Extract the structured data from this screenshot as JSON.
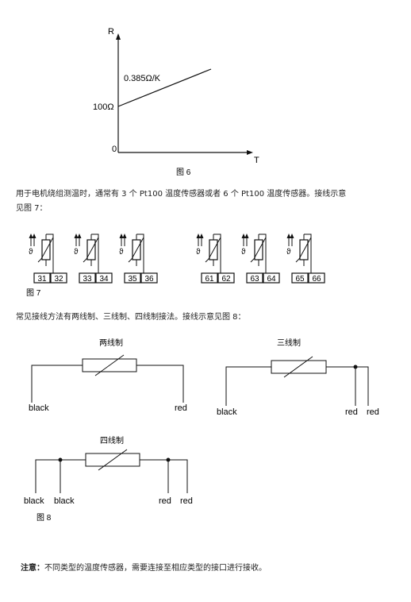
{
  "figure6": {
    "y_axis_label": "R",
    "x_axis_label": "T",
    "origin_label": "0",
    "intercept_label": "100Ω",
    "slope_label": "0.385Ω/K",
    "caption": "图 6"
  },
  "paragraph1": {
    "line1": "用于电机绕组测温时，通常有 3 个 Pt100 温度传感器或者 6 个 Pt100 温度传感器。接线示意",
    "line2": "见图 7："
  },
  "figure7": {
    "sensors": [
      {
        "terminals": [
          "31",
          "32"
        ]
      },
      {
        "terminals": [
          "33",
          "34"
        ]
      },
      {
        "terminals": [
          "35",
          "36"
        ]
      },
      {
        "terminals": [
          "61",
          "62"
        ]
      },
      {
        "terminals": [
          "63",
          "64"
        ]
      },
      {
        "terminals": [
          "65",
          "66"
        ]
      }
    ],
    "theta_symbol": "ϑ",
    "caption": "图 7"
  },
  "paragraph2": "常见接线方法有两线制、三线制、四线制接法。接线示意见图 8：",
  "figure8": {
    "two_wire": {
      "title": "两线制",
      "left_label": "black",
      "right_label": "red"
    },
    "three_wire": {
      "title": "三线制",
      "left_label": "black",
      "right_labels": [
        "red",
        "red"
      ]
    },
    "four_wire": {
      "title": "四线制",
      "left_labels": [
        "black",
        "black"
      ],
      "right_labels": [
        "red",
        "red"
      ]
    },
    "caption": "图 8"
  },
  "note": {
    "label": "注意：",
    "text": "不同类型的温度传感器，需要连接至相应类型的接口进行接收。"
  }
}
